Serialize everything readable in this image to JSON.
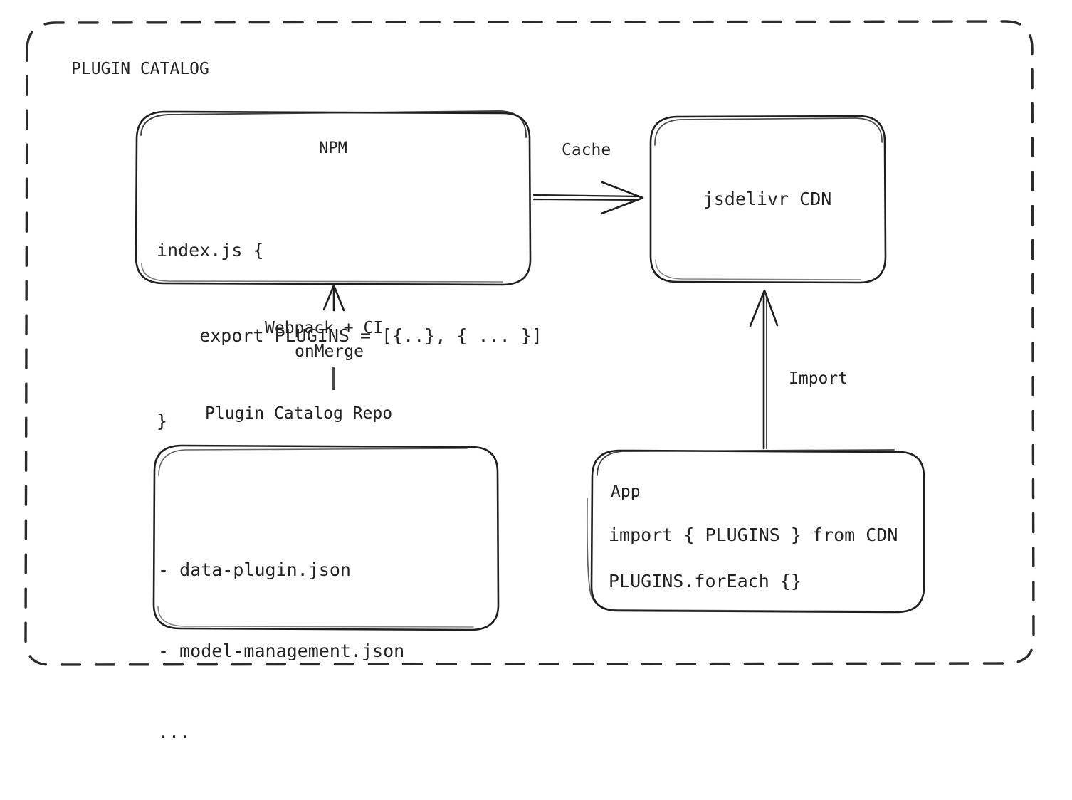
{
  "diagram": {
    "container": {
      "label": "PLUGIN CATALOG",
      "border_style": "dashed",
      "stroke_color": "#2b2b2b"
    },
    "background_color": "#ffffff",
    "text_color": "#222222",
    "nodes": [
      {
        "id": "npm",
        "title": "NPM",
        "code_lines": [
          "index.js {",
          "    export PLUGINS = [{..}, { ... }]",
          "}"
        ]
      },
      {
        "id": "jsdelivr-cdn",
        "title": "jsdelivr CDN"
      },
      {
        "id": "plugin-catalog-repo",
        "caption": "Plugin Catalog Repo",
        "items": [
          "- data-plugin.json",
          "- model-management.json",
          "..."
        ]
      },
      {
        "id": "app",
        "title": "App",
        "code_lines": [
          "import { PLUGINS } from CDN",
          "PLUGINS.forEach {}"
        ]
      }
    ],
    "edges": [
      {
        "id": "npm-to-cdn",
        "label": "Cache",
        "from": "npm",
        "to": "jsdelivr-cdn",
        "direction": "right"
      },
      {
        "id": "repo-to-npm",
        "label_line1": "Webpack + CI",
        "label_line2": "onMerge",
        "from": "plugin-catalog-repo",
        "to": "npm",
        "direction": "up"
      },
      {
        "id": "app-to-cdn",
        "label": "Import",
        "from": "app",
        "to": "jsdelivr-cdn",
        "direction": "up"
      }
    ]
  }
}
